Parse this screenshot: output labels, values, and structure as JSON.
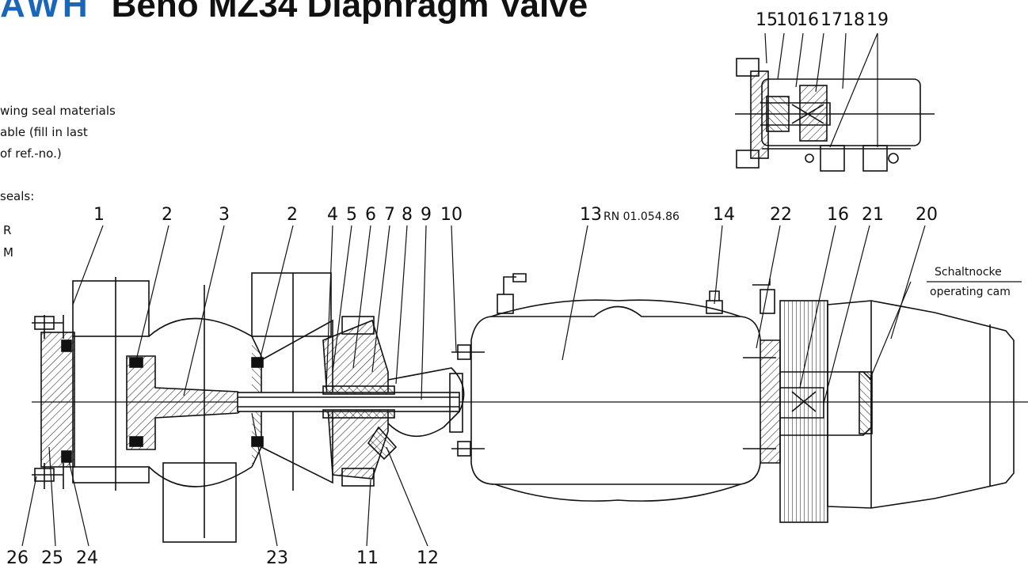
{
  "header": {
    "logo_text": "AWH",
    "title": "Beno MZ34 Diaphragm Valve"
  },
  "notes": {
    "line1": "wing seal materials",
    "line2": "able (fill in last",
    "line3": " of ref.-no.)",
    "line4": "seals:",
    "line5": "R",
    "line6": "M"
  },
  "callouts": {
    "c1": "1",
    "c2a": "2",
    "c3": "3",
    "c2b": "2",
    "c4": "4",
    "c5": "5",
    "c6": "6",
    "c7": "7",
    "c8": "8",
    "c9": "9",
    "c10": "10",
    "c13": "13",
    "ref": "RN 01.054.86",
    "c14": "14",
    "c22": "22",
    "c16": "16",
    "c21": "21",
    "c20": "20",
    "c26": "26",
    "c25": "25",
    "c24": "24",
    "c23": "23",
    "c11": "11",
    "c12": "12",
    "t15": "15",
    "t10": "10",
    "t16": "16",
    "t17": "17",
    "t18": "18",
    "t19": "19"
  },
  "labels": {
    "cam_de": "Schaltnocke",
    "cam_en": "operating cam"
  },
  "colors": {
    "line": "#111111",
    "accent": "#1a66b8"
  }
}
